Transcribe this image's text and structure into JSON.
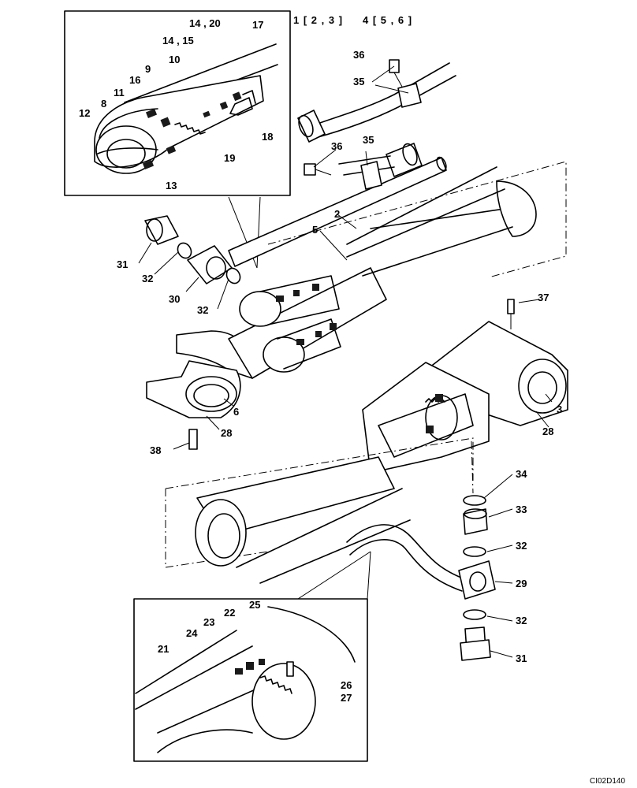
{
  "header": {
    "group_1": "1 [ 2 , 3 ]",
    "group_2": "4 [ 5 , 6 ]"
  },
  "drawing_code": "CI02D140",
  "callouts": {
    "c1": "2",
    "c2": "3",
    "c3": "5",
    "c4": "6",
    "c5": "8",
    "c6": "9",
    "c7": "10",
    "c8": "11",
    "c9": "12",
    "c10": "13",
    "c11": "14 , 15",
    "c12": "14 , 20",
    "c13": "16",
    "c14": "17",
    "c15": "18",
    "c16": "19",
    "c17": "21",
    "c18": "22",
    "c19": "23",
    "c20": "24",
    "c21": "25",
    "c22": "26",
    "c23": "27",
    "c24": "28",
    "c25": "28",
    "c26": "29",
    "c27": "30",
    "c28": "31",
    "c29": "31",
    "c30": "32",
    "c31": "32",
    "c32": "32",
    "c33": "32",
    "c34": "33",
    "c35": "34",
    "c36": "35",
    "c37": "35",
    "c38": "36",
    "c39": "36",
    "c40": "37",
    "c41": "38"
  }
}
